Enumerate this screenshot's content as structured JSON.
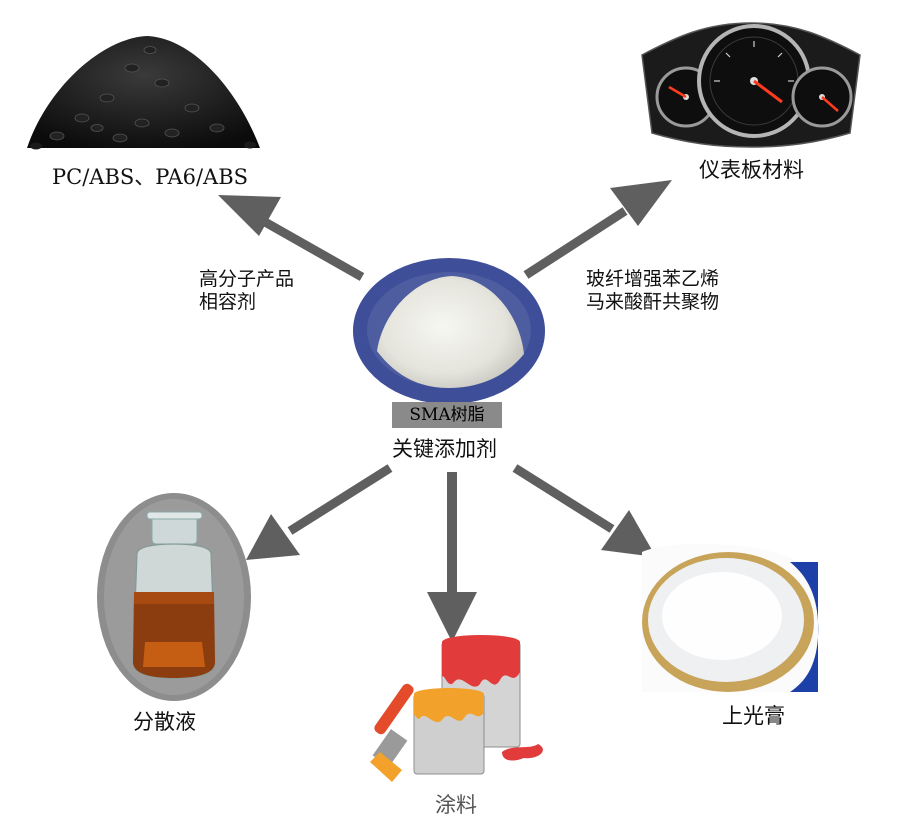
{
  "center": {
    "badge": "SMA树脂",
    "caption": "关键添加剂"
  },
  "applications": [
    {
      "id": "pellets",
      "label": "PC/ABS、PA6/ABS",
      "edge_lines": [
        "高分子产品",
        "相容剂"
      ]
    },
    {
      "id": "dashboard",
      "label": "仪表板材料",
      "edge_lines": [
        "玻纤增强苯乙烯",
        "马来酸酐共聚物"
      ]
    },
    {
      "id": "dispersion",
      "label": "分散液"
    },
    {
      "id": "coating",
      "label": "涂料"
    },
    {
      "id": "polish",
      "label": "上光膏"
    }
  ],
  "colors": {
    "arrow": "#5f5f5f",
    "badge_bg": "#8a8a8a",
    "plate": "#3f4f98",
    "coating_label": "#555555"
  },
  "icons": [
    "black-pellets-icon",
    "dashboard-gauge-icon",
    "resin-powder-icon",
    "amber-bottle-icon",
    "paint-cans-brush-icon",
    "polish-tin-icon"
  ]
}
